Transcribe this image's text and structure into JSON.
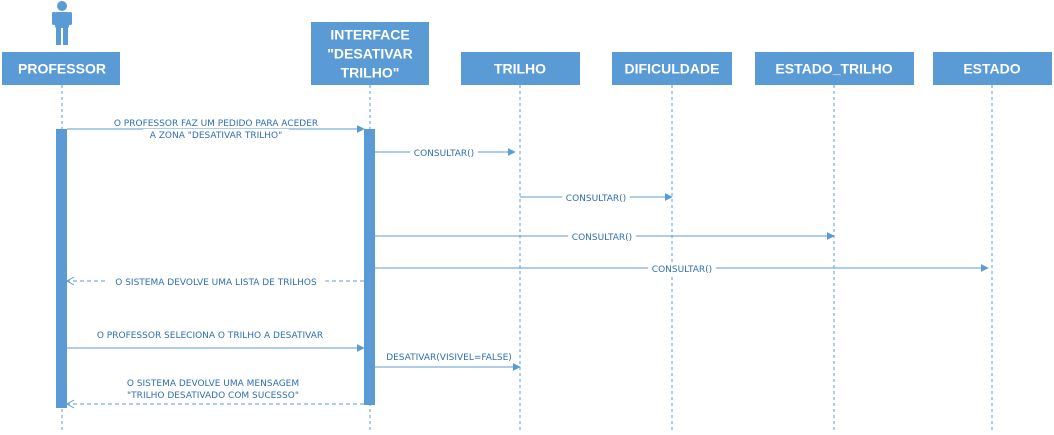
{
  "colors": {
    "header_fill": "#5b9bd5",
    "activation_fill": "#5b9bd5",
    "line": "#5b9bd5",
    "text": "#2e6fb3"
  },
  "actor_icon": "stick-figure-icon",
  "participants": [
    {
      "id": "professor",
      "label": [
        "PROFESSOR"
      ]
    },
    {
      "id": "interface",
      "label": [
        "INTERFACE",
        "\"DESATIVAR",
        "TRILHO\""
      ]
    },
    {
      "id": "trilho",
      "label": [
        "TRILHO"
      ]
    },
    {
      "id": "dificuldade",
      "label": [
        "DIFICULDADE"
      ]
    },
    {
      "id": "estado_trilho",
      "label": [
        "ESTADO_TRILHO"
      ]
    },
    {
      "id": "estado",
      "label": [
        "ESTADO"
      ]
    }
  ],
  "messages": [
    {
      "id": "m1",
      "from": "professor",
      "to": "interface",
      "type": "sync",
      "text": [
        "O PROFESSOR FAZ UM PEDIDO PARA ACEDER",
        "A ZONA \"DESATIVAR TRILHO\""
      ]
    },
    {
      "id": "m2",
      "from": "interface",
      "to": "trilho",
      "type": "sync",
      "text": [
        "CONSULTAR()"
      ]
    },
    {
      "id": "m3",
      "from": "trilho",
      "to": "dificuldade",
      "type": "sync",
      "text": [
        "CONSULTAR()"
      ]
    },
    {
      "id": "m4",
      "from": "interface",
      "to": "estado_trilho",
      "type": "sync",
      "text": [
        "CONSULTAR()"
      ]
    },
    {
      "id": "m5",
      "from": "interface",
      "to": "estado",
      "type": "sync",
      "text": [
        "CONSULTAR()"
      ]
    },
    {
      "id": "m6",
      "from": "interface",
      "to": "professor",
      "type": "return",
      "text": [
        "O SISTEMA DEVOLVE UMA LISTA DE TRILHOS"
      ]
    },
    {
      "id": "m7",
      "from": "professor",
      "to": "interface",
      "type": "sync",
      "text": [
        "O PROFESSOR SELECIONA O TRILHO A DESATIVAR"
      ]
    },
    {
      "id": "m8",
      "from": "interface",
      "to": "trilho",
      "type": "sync",
      "text": [
        "DESATIVAR(VISIVEL=FALSE)"
      ]
    },
    {
      "id": "m9",
      "from": "interface",
      "to": "professor",
      "type": "return",
      "text": [
        "O SISTEMA DEVOLVE UMA MENSAGEM",
        "\"TRILHO DESATIVADO COM SUCESSO\""
      ]
    }
  ]
}
